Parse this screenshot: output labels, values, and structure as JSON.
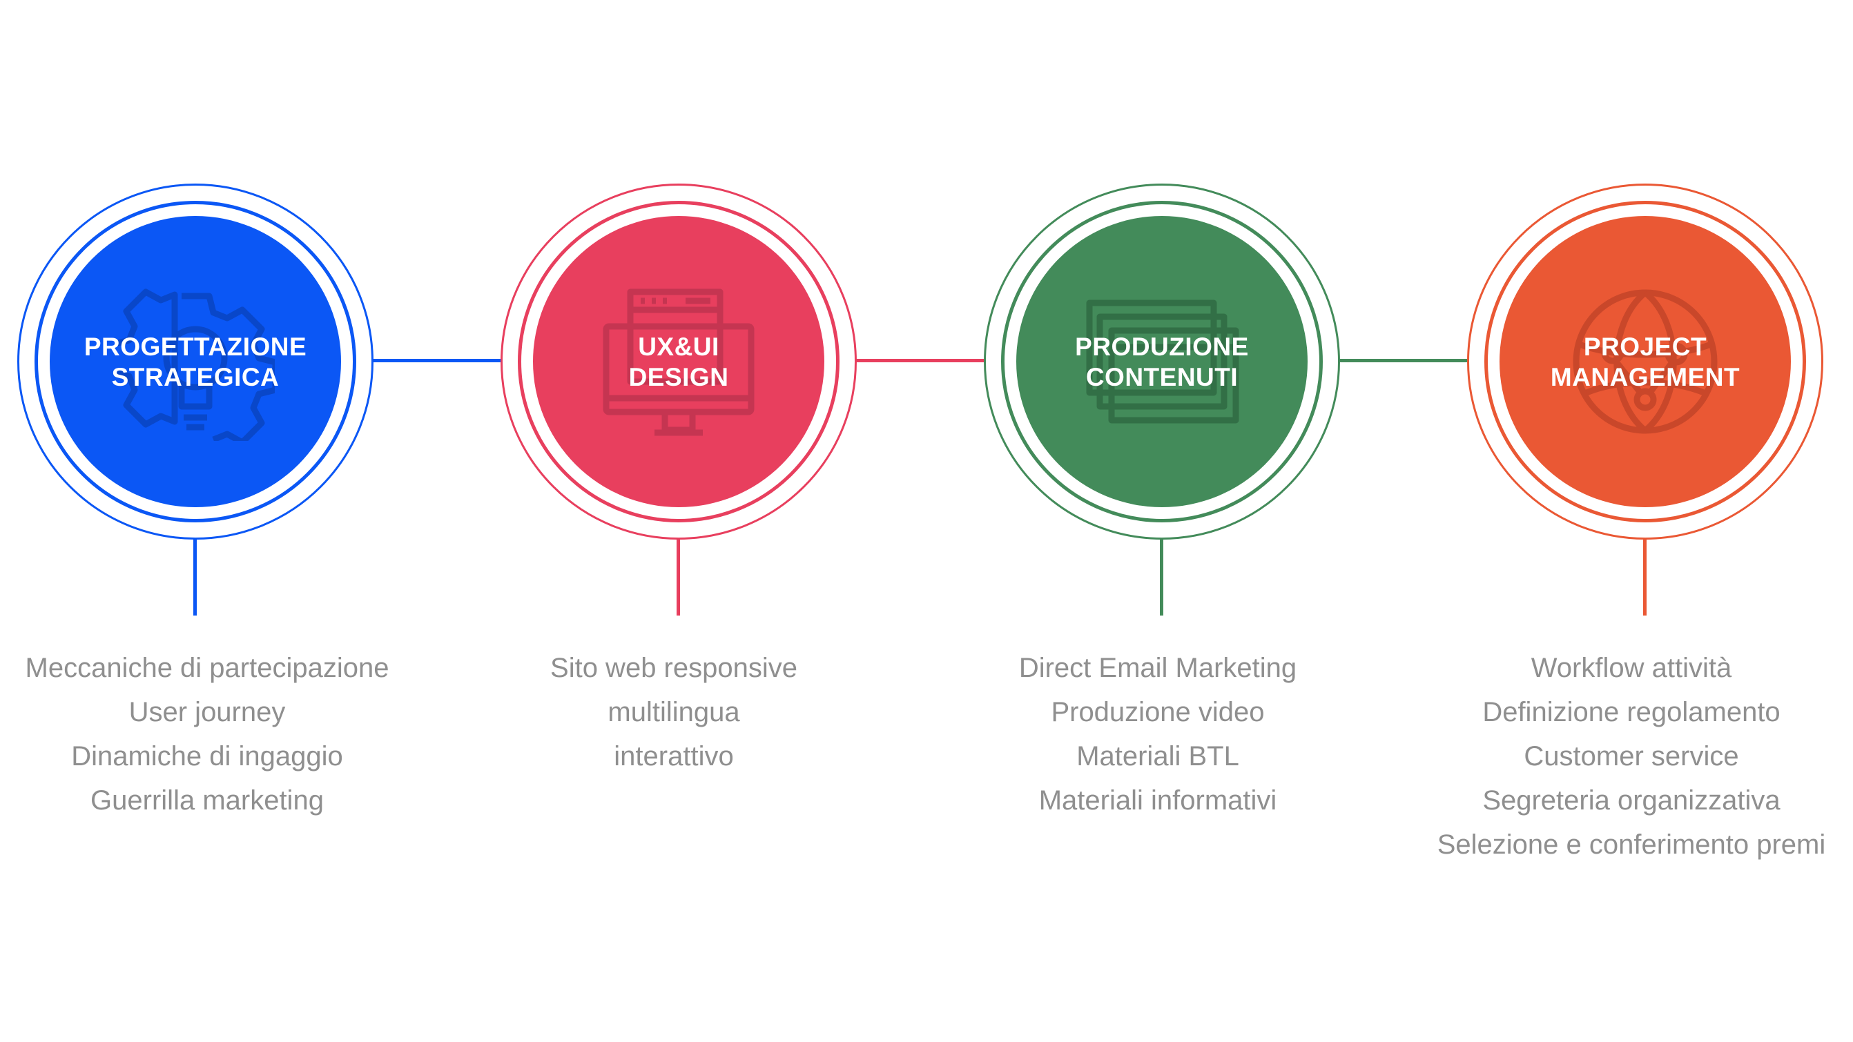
{
  "steps": [
    {
      "title_line1": "PROGETTAZIONE",
      "title_line2": "STRATEGICA",
      "color": "#0b57f5",
      "icon": "gear-lightbulb-icon",
      "items": [
        "Meccaniche di partecipazione",
        "User journey",
        "Dinamiche di ingaggio",
        "Guerrilla marketing"
      ]
    },
    {
      "title_line1": "UX&UI",
      "title_line2": "DESIGN",
      "color": "#e83f5e",
      "icon": "monitor-browser-icon",
      "items": [
        "Sito web responsive",
        "multilingua",
        "interattivo"
      ]
    },
    {
      "title_line1": "PRODUZIONE",
      "title_line2": "CONTENUTI",
      "color": "#438b5a",
      "icon": "stacked-frames-icon",
      "items": [
        "Direct Email Marketing",
        "Produzione video",
        "Materiali BTL",
        "Materiali informativi"
      ]
    },
    {
      "title_line1": "PROJECT",
      "title_line2": "MANAGEMENT",
      "color": "#ea5834",
      "icon": "network-globe-icon",
      "items": [
        "Workflow attività",
        "Definizione regolamento",
        "Customer service",
        "Segreteria organizzativa",
        "Selezione e conferimento premi"
      ]
    }
  ]
}
